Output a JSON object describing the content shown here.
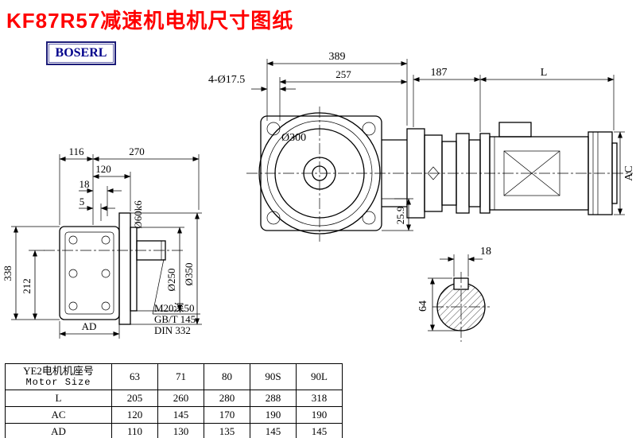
{
  "page": {
    "title": "KF87R57减速机电机尺寸图纸",
    "brand": "BOSERL"
  },
  "colors": {
    "title_red": "#ff0000",
    "brand_navy": "#00008b",
    "line_black": "#000000"
  },
  "dims": {
    "total_width": "389",
    "flange_span": "257",
    "bolt_holes": "4-Ø17.5",
    "flange_circle": "Ø300",
    "offset_25_9": "25.9",
    "motor_adapter": "187",
    "motor_length": "L",
    "motor_height": "AC",
    "w116": "116",
    "w270": "270",
    "w120": "120",
    "w18": "18",
    "w5": "5",
    "shaft_dia": "Ø60k6",
    "h338": "338",
    "h212": "212",
    "spigot_dia": "Ø250",
    "flange_od": "Ø350",
    "foot_width": "AD",
    "tap_hole": "M20深50",
    "std_gb": "GB/T 145",
    "std_din": "DIN 332",
    "key_w": "18",
    "key_h": "64"
  },
  "table": {
    "header": {
      "label_cn": "YE2电机机座号",
      "label_en": "Motor Size",
      "sizes": [
        "63",
        "71",
        "80",
        "90S",
        "90L"
      ]
    },
    "rows": [
      {
        "label": "L",
        "values": [
          "205",
          "260",
          "280",
          "288",
          "318"
        ]
      },
      {
        "label": "AC",
        "values": [
          "120",
          "145",
          "170",
          "190",
          "190"
        ]
      },
      {
        "label": "AD",
        "values": [
          "110",
          "130",
          "135",
          "145",
          "145"
        ]
      }
    ]
  }
}
